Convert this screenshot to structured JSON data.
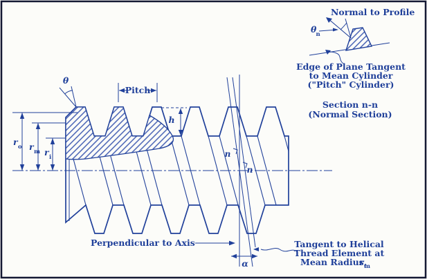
{
  "figure": {
    "name": "Worm thread geometry diagram",
    "ink_color": "#20409a",
    "background_color": "#fcfcf9",
    "border_color": "#141833"
  },
  "labels": {
    "normal_to_profile": "Normal to Profile",
    "theta_n": {
      "symbol": "θ",
      "subscript": "n"
    },
    "edge_tangent": [
      "Edge of Plane Tangent",
      "to Mean Cylinder",
      "(\"Pitch\" Cylinder)"
    ],
    "section": [
      "Section n-n",
      "(Normal Section)"
    ],
    "theta": "θ",
    "pitch": "Pitch",
    "h": "h",
    "r_outer": {
      "symbol": "r",
      "subscript": "o"
    },
    "r_mean": {
      "symbol": "r",
      "subscript": "m"
    },
    "r_inner": {
      "symbol": "r",
      "subscript": "i"
    },
    "n_upper": "n",
    "n_lower": "n",
    "perpendicular_to_axis": "Perpendicular to Axis",
    "alpha": "α",
    "tangent": [
      "Tangent to Helical",
      "Thread Element at",
      "Mean Radius, "
    ],
    "tangent_radius": {
      "symbol": "r",
      "subscript": "m"
    }
  }
}
